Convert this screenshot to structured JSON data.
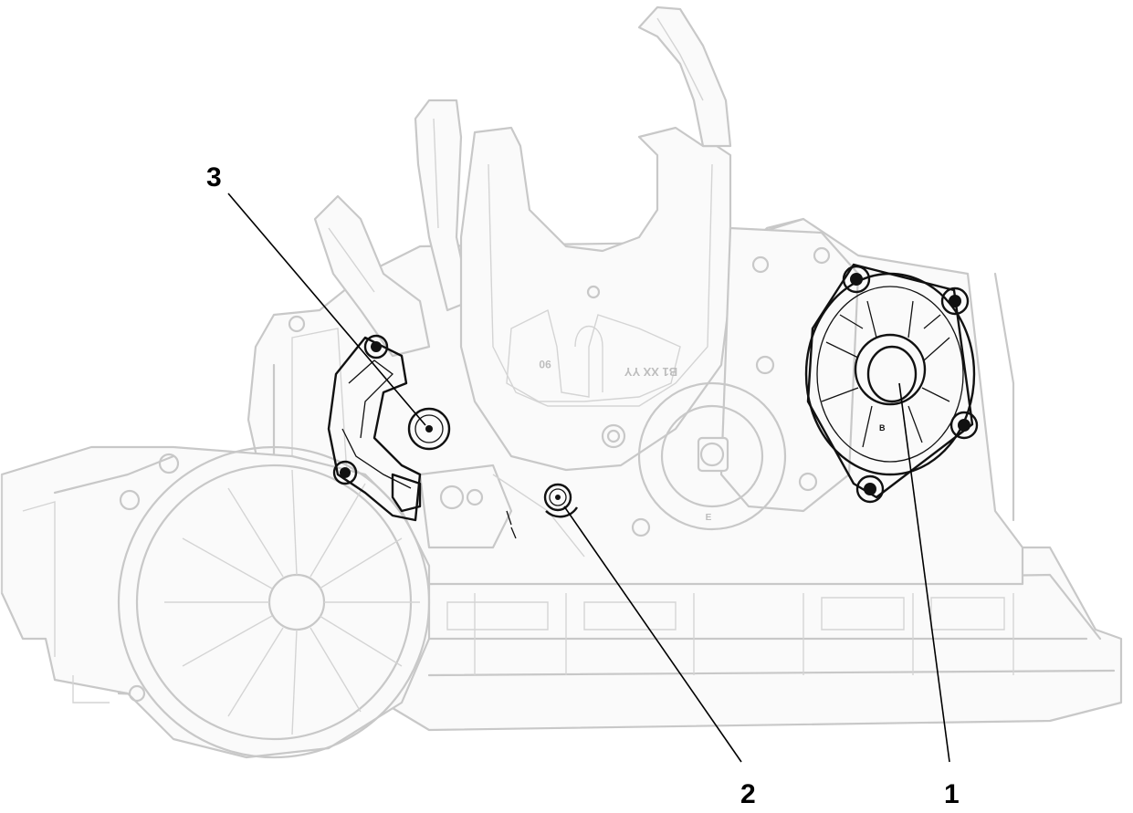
{
  "callouts": [
    {
      "id": "1",
      "label": "1"
    },
    {
      "id": "2",
      "label": "2"
    },
    {
      "id": "3",
      "label": "3"
    }
  ],
  "housing_markings": {
    "part_code": "B1 XX YY",
    "number": "90",
    "letter_e": "E",
    "letter_b": "B"
  },
  "colors": {
    "ghost_line": "#c8c8c8",
    "highlight_line": "#111111",
    "callout_text": "#000000",
    "background": "#ffffff"
  }
}
